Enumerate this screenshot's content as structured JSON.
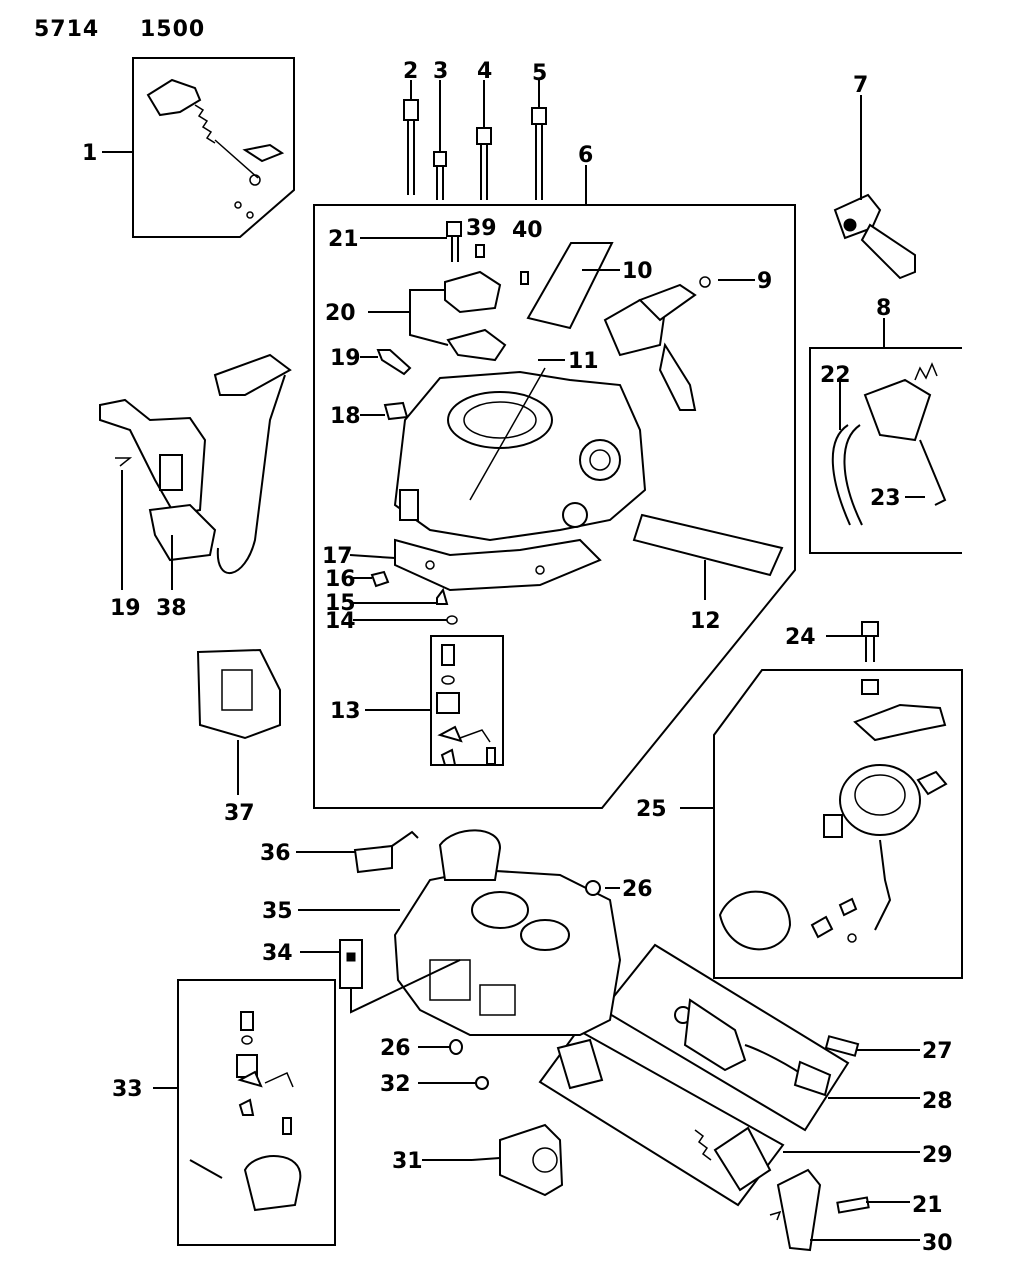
{
  "header": {
    "code1": "5714",
    "code2": "1500"
  },
  "callouts": {
    "c1": "1",
    "c2": "2",
    "c3": "3",
    "c4": "4",
    "c5": "5",
    "c6": "6",
    "c7": "7",
    "c8": "8",
    "c9": "9",
    "c10": "10",
    "c11": "11",
    "c12": "12",
    "c13": "13",
    "c14": "14",
    "c15": "15",
    "c16": "16",
    "c17": "17",
    "c18": "18",
    "c19a": "19",
    "c19b": "19",
    "c20": "20",
    "c21a": "21",
    "c21b": "21",
    "c22": "22",
    "c23": "23",
    "c24": "24",
    "c25": "25",
    "c26a": "26",
    "c26b": "26",
    "c27": "27",
    "c28": "28",
    "c29": "29",
    "c30": "30",
    "c31": "31",
    "c32": "32",
    "c33": "33",
    "c34": "34",
    "c35": "35",
    "c36": "36",
    "c37": "37",
    "c38": "38",
    "c39": "39",
    "c40": "40"
  }
}
